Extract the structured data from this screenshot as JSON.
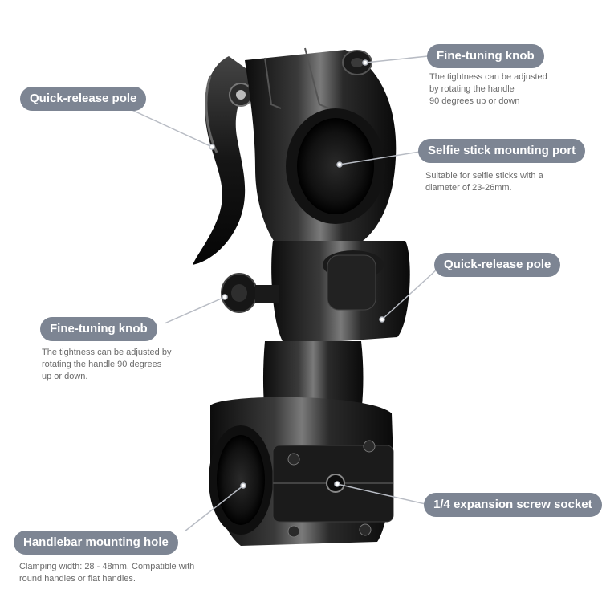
{
  "callouts": {
    "fine_tuning_top": {
      "label": "Fine-tuning knob",
      "desc": [
        "The tightness can be adjusted",
        "by rotating the handle",
        "90 degrees up or down"
      ]
    },
    "quick_release_top": {
      "label": "Quick-release pole"
    },
    "selfie_port": {
      "label": "Selfie stick mounting port",
      "desc": [
        "Suitable for selfie sticks with a",
        "diameter of 23-26mm."
      ]
    },
    "quick_release_right": {
      "label": "Quick-release pole"
    },
    "fine_tuning_left": {
      "label": "Fine-tuning knob",
      "desc": [
        "The tightness can be adjusted by",
        "rotating the handle 90 degrees",
        "up or down."
      ]
    },
    "screw_socket": {
      "label": "1/4 expansion screw socket"
    },
    "handlebar_hole": {
      "label": "Handlebar mounting hole",
      "desc": [
        "Clamping width: 28 - 48mm. Compatible with",
        "round handles or flat handles."
      ]
    }
  },
  "colors": {
    "pill_bg": "#7d8593",
    "pill_text": "#ffffff",
    "desc_text": "#6a6a6a",
    "leader_line": "#b8bcc4",
    "metal_dark": "#151515",
    "metal_highlight": "#8a8a8a"
  }
}
